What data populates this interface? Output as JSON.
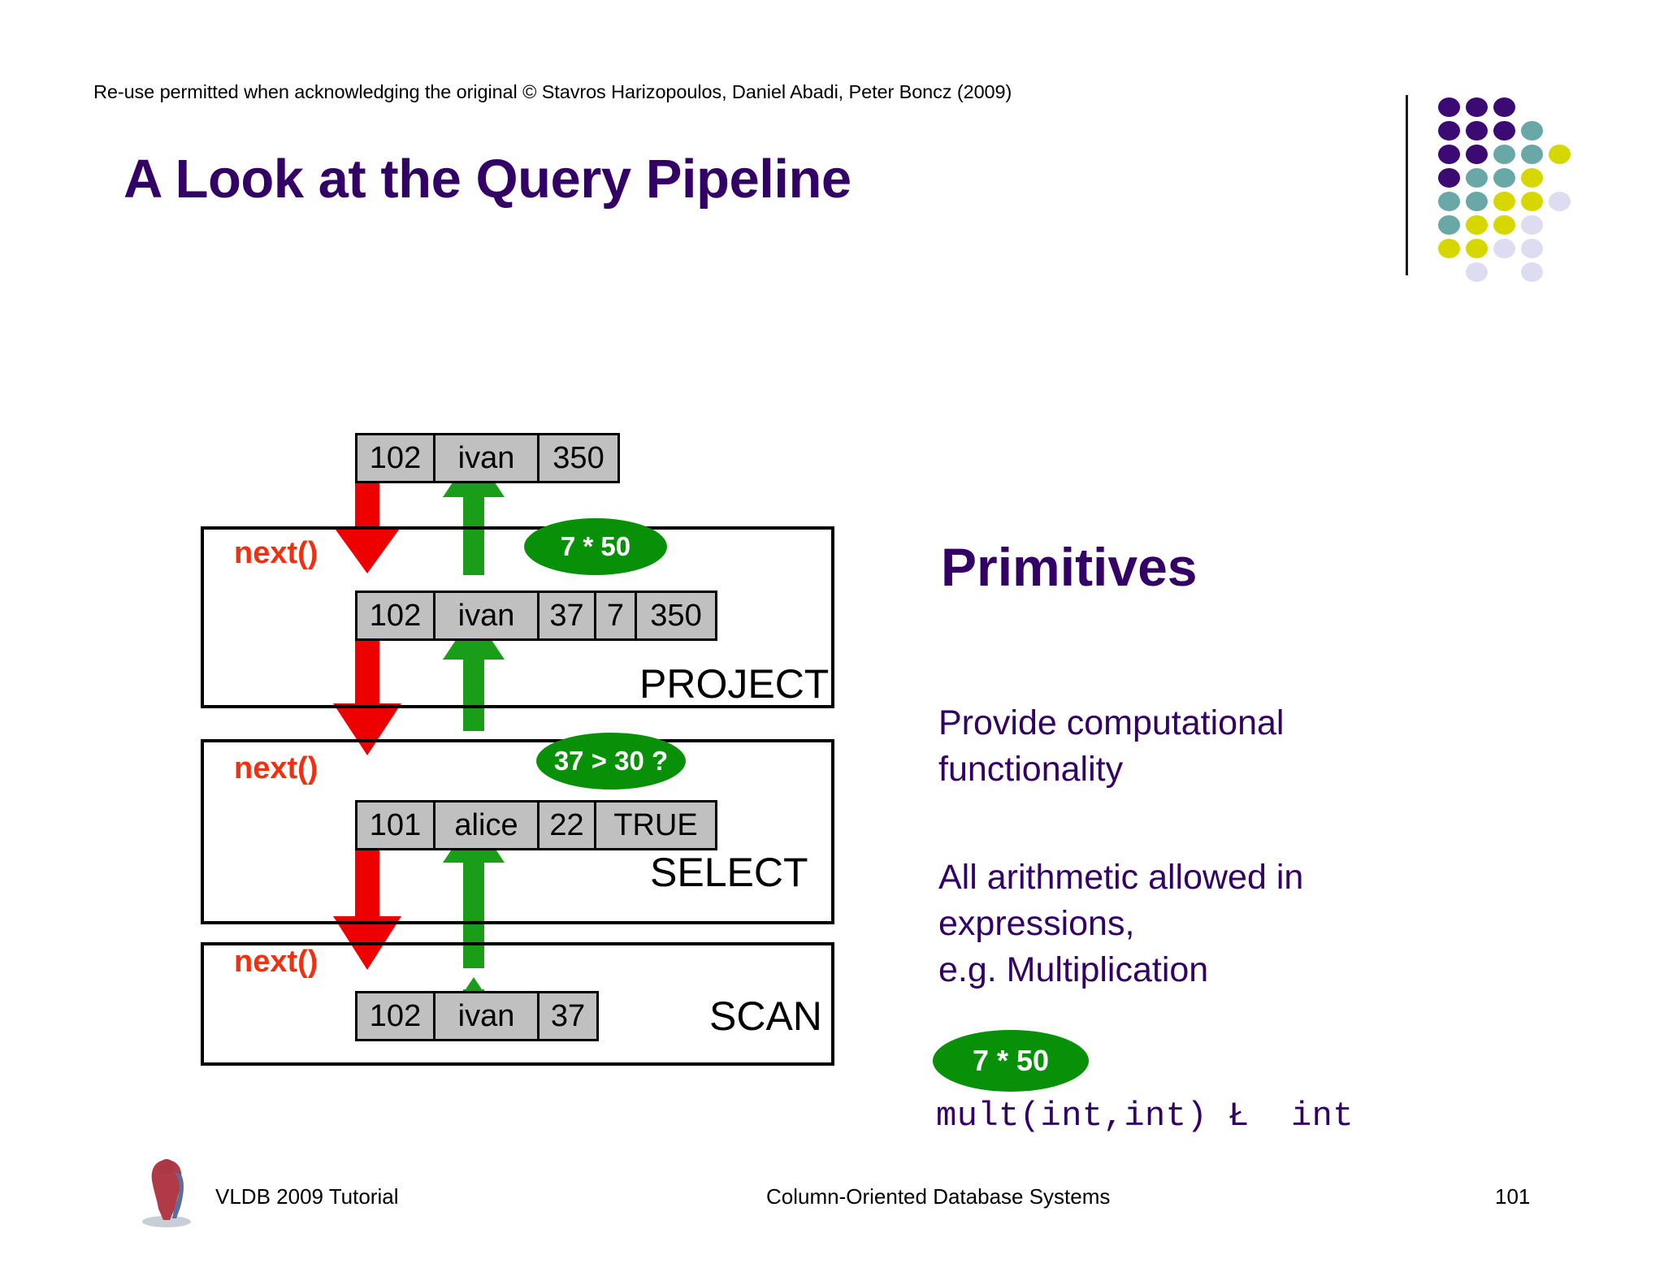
{
  "header": {
    "copyright": "Re-use permitted when acknowledging the original © Stavros Harizopoulos, Daniel Abadi, Peter Boncz (2009)"
  },
  "title": "A Look at the Query Pipeline",
  "colors": {
    "title_purple": "#330066",
    "arrow_red": "#ee0000",
    "arrow_green": "#1a9e1a",
    "bubble_green": "#089108",
    "next_orange": "#f03010",
    "tuple_fill": "#c0c0c0",
    "logo_purple": "#3b0a72",
    "logo_teal": "#6aa8a8",
    "logo_yellow": "#d7d700",
    "logo_lavender": "#dedcf0"
  },
  "logo": {
    "name": "cwi-dot-logo",
    "rows": [
      [
        "purple",
        "purple",
        "purple"
      ],
      [
        "purple",
        "purple",
        "purple",
        "teal"
      ],
      [
        "purple",
        "purple",
        "teal",
        "teal",
        "yellow"
      ],
      [
        "purple",
        "teal",
        "teal",
        "yellow"
      ],
      [
        "teal",
        "teal",
        "yellow",
        "yellow",
        "lavender"
      ],
      [
        "teal",
        "yellow",
        "yellow",
        "lavender"
      ],
      [
        "yellow",
        "yellow",
        "lavender",
        "lavender"
      ],
      [
        "none",
        "lavender",
        "none",
        "lavender"
      ]
    ]
  },
  "diagram": {
    "output_tuple": {
      "name": "result-tuple",
      "cells": [
        "102",
        "ivan",
        "350"
      ],
      "widths": [
        96,
        128,
        96
      ]
    },
    "operators": [
      {
        "id": "project",
        "label": "PROJECT",
        "next_label": "next()",
        "bubble": "7 * 50",
        "tuple": {
          "cells": [
            "102",
            "ivan",
            "37",
            "7",
            "350"
          ],
          "widths": [
            96,
            128,
            70,
            50,
            96
          ]
        }
      },
      {
        "id": "select",
        "label": "SELECT",
        "next_label": "next()",
        "bubble": "37 > 30 ?",
        "tuple": {
          "cells": [
            "101",
            "alice",
            "22",
            "TRUE"
          ],
          "widths": [
            96,
            128,
            70,
            146
          ]
        }
      },
      {
        "id": "scan",
        "label": "SCAN",
        "next_label": "next()",
        "bubble": null,
        "tuple": {
          "cells": [
            "102",
            "ivan",
            "37"
          ],
          "widths": [
            96,
            128,
            70
          ]
        }
      }
    ]
  },
  "right_column": {
    "heading": "Primitives",
    "bullets": [
      "Provide computational\nfunctionality",
      "All arithmetic allowed in\nexpressions,\ne.g. Multiplication"
    ],
    "bullet_1_line_1": "Provide computational",
    "bullet_1_line_2": "functionality",
    "bullet_2_line_1": "All arithmetic allowed in",
    "bullet_2_line_2": "expressions,",
    "bullet_2_line_3": "e.g. Multiplication",
    "example_bubble": "7 * 50",
    "signature": "mult(int,int) Ł  int"
  },
  "footer": {
    "left": "VLDB 2009 Tutorial",
    "center": "Column-Oriented Database Systems",
    "page": "101"
  }
}
